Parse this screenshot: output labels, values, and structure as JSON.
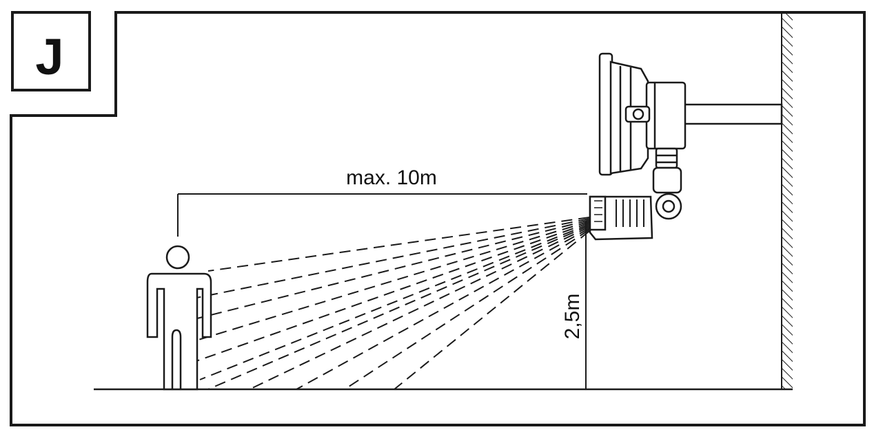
{
  "panel": {
    "label": "J"
  },
  "dimensions": {
    "distance_label": "max. 10m",
    "height_label": "2,5m"
  },
  "colors": {
    "line": "#1a1a1a",
    "background": "#ffffff"
  },
  "icons": {
    "person": "person-silhouette-icon",
    "floodlight": "floodlight-with-motion-sensor-icon",
    "wall": "hatched-wall"
  }
}
